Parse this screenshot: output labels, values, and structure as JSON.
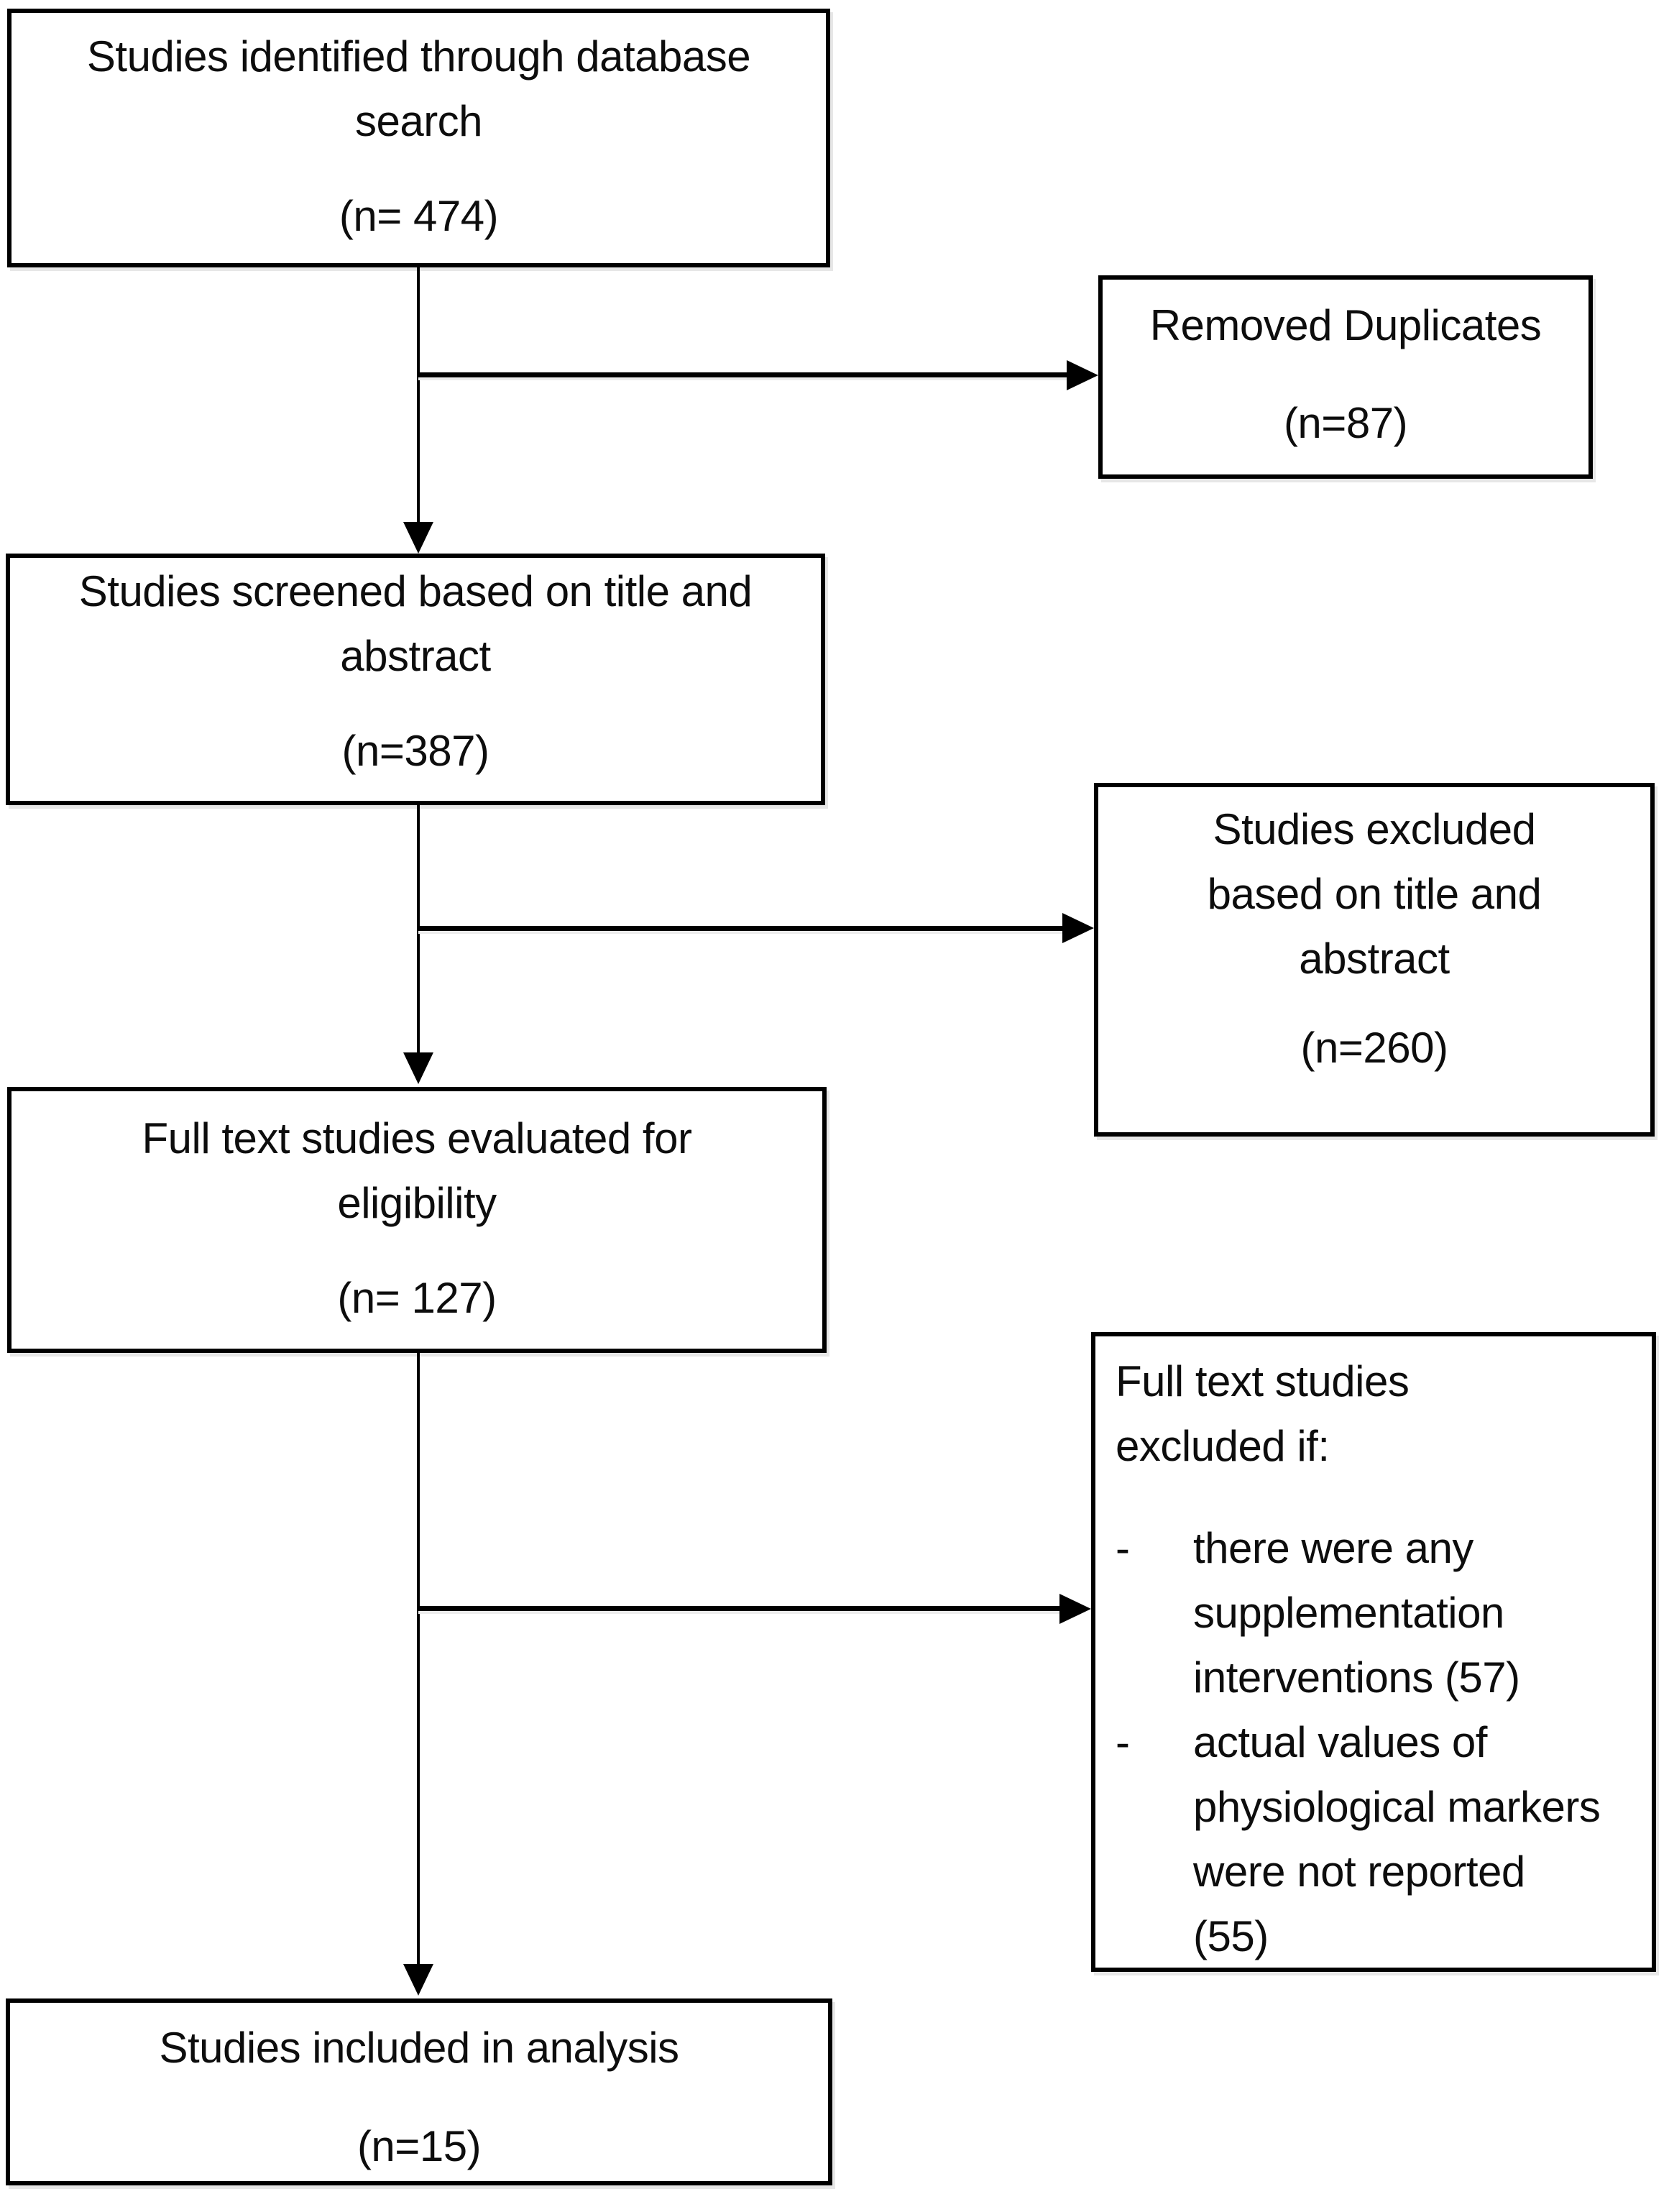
{
  "diagram": {
    "type": "flowchart",
    "background_color": "#ffffff",
    "line_color": "#000000",
    "text_color": "#0d0d0d",
    "boxes": [
      {
        "id": "identified",
        "title": "Studies identified through database search",
        "count": "(n= 474)"
      },
      {
        "id": "removed-duplicates",
        "title": "Removed Duplicates",
        "count": "(n=87)"
      },
      {
        "id": "screened",
        "title": "Studies screened based on title and abstract",
        "count": "(n=387)"
      },
      {
        "id": "excluded-screening",
        "title": "Studies excluded based on title and abstract",
        "count": "(n=260)"
      },
      {
        "id": "fulltext-evaluated",
        "title": "Full text studies evaluated for eligibility",
        "count": "(n= 127)"
      },
      {
        "id": "fulltext-excluded",
        "heading": "Full text studies excluded if:",
        "bullet": "-",
        "items": [
          "there were any supplementation interventions (57)",
          "actual values of physiological markers were not reported (55)"
        ]
      },
      {
        "id": "included",
        "title": "Studies included in analysis",
        "count": "(n=15)"
      }
    ]
  }
}
